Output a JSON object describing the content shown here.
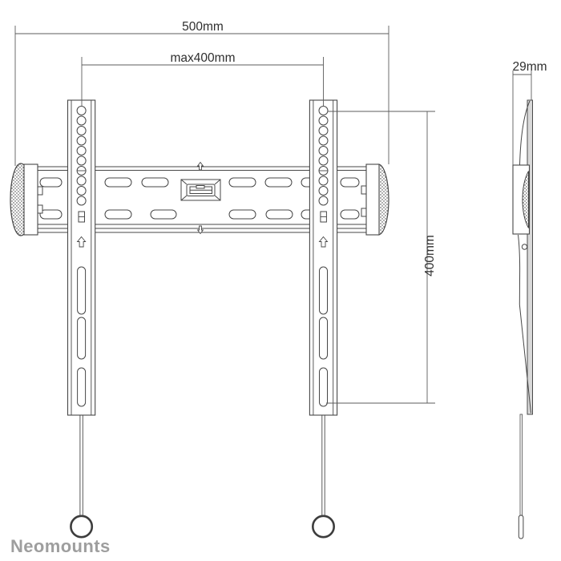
{
  "drawing": {
    "type": "technical line drawing, front and side view of a fixed flat-screen wall mount",
    "views": [
      "front-view",
      "side-view"
    ]
  },
  "dimensions": {
    "overall_width": {
      "label": "500mm"
    },
    "max_hole_width": {
      "label": "max400mm"
    },
    "depth": {
      "label": "29mm"
    },
    "hole_height": {
      "label": "400mm"
    }
  },
  "brand": {
    "wordmark": "Neomounts"
  },
  "colors": {
    "line": "#474747",
    "dimension_line": "#5c5c5c",
    "label_text": "#2f2f2f",
    "brand_text": "#9e9e9e",
    "plate_fill": "#d9d9d9",
    "background": "#ffffff"
  }
}
